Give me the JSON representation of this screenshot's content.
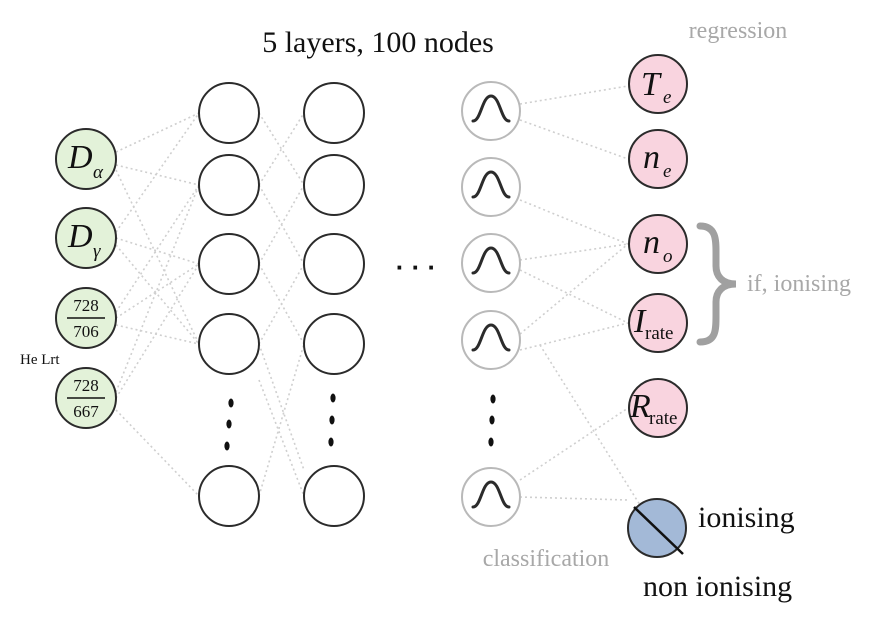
{
  "title": "5 layers, 100 nodes",
  "labels": {
    "regression": "regression",
    "classification": "classification",
    "if_ionising": "if, ionising",
    "ionising": "ionising",
    "non_ionising": "non ionising",
    "he_lrt": "He Lrt",
    "ellipsis": "· · ·"
  },
  "inputs": [
    {
      "symbol": "D",
      "sub": "α"
    },
    {
      "symbol": "D",
      "sub": "γ"
    },
    {
      "num": "728",
      "den": "706"
    },
    {
      "num": "728",
      "den": "667"
    }
  ],
  "outputs": [
    {
      "symbol": "T",
      "sub": "e"
    },
    {
      "symbol": "n",
      "sub": "e"
    },
    {
      "symbol": "n",
      "sub": "o"
    },
    {
      "symbol": "I",
      "sub": "rate"
    },
    {
      "symbol": "R",
      "sub": "rate"
    }
  ],
  "colors": {
    "input_fill": "#e3f2d9",
    "output_fill": "#f9d4df",
    "class_fill": "#a3b9d7",
    "annotation_gray": "#a8a8a8",
    "connection": "#cfcfcf"
  },
  "icons": {
    "activation": "gaussian-bump-icon",
    "hidden_ellipsis": "vertical-ellipsis-icon",
    "brace": "right-curly-brace-icon"
  }
}
